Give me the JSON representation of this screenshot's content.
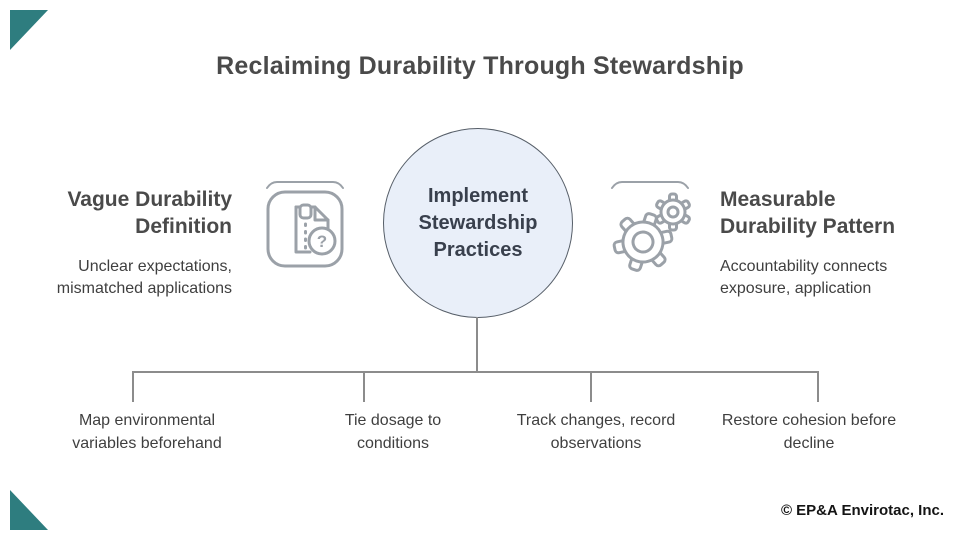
{
  "title": "Reclaiming Durability Through Stewardship",
  "left": {
    "heading": "Vague Durability Definition",
    "description": "Unclear expectations, mismatched applications",
    "icon": "zip-file-question-icon"
  },
  "center": {
    "label": "Implement Stewardship Practices"
  },
  "right": {
    "heading": "Measurable Durability Pattern",
    "description": "Accountability connects exposure, application",
    "icon": "gears-icon"
  },
  "steps": [
    "Map environmental variables beforehand",
    "Tie dosage to conditions",
    "Track changes, record observations",
    "Restore cohesion before decline"
  ],
  "footer": {
    "copyright": "© EP&A Envirotac, Inc."
  },
  "colors": {
    "accent_teal": "#2e7d7f",
    "heading_gray": "#4a4a4a",
    "body_gray": "#3f3f3f",
    "icon_gray": "#9ba1a8",
    "line_gray": "#8c8c8c",
    "circle_fill": "#e9eff9",
    "circle_border": "#565e68",
    "circle_text": "#39404d"
  }
}
